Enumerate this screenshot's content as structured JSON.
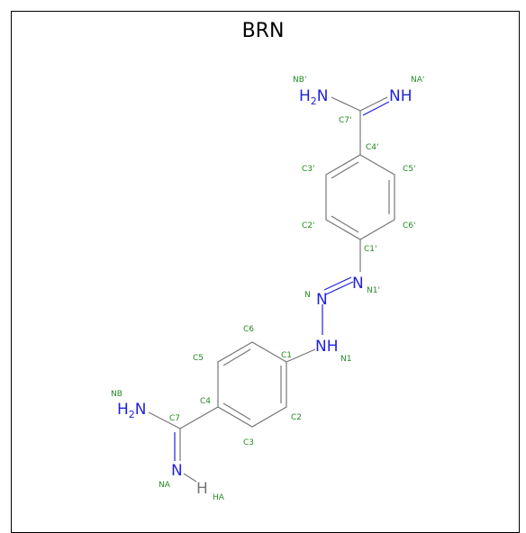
{
  "title": "BRN",
  "colors": {
    "carbon_bond": "#777777",
    "nitrogen": "#2222dd",
    "hydrogen": "#777777",
    "atom_name": "#228b22"
  },
  "atom_labels": {
    "h2n_top": {
      "main": "H",
      "sub": "2",
      "tail": "N"
    },
    "nh_top": "NH",
    "n_mid_upper": "N",
    "n_mid_right": "N",
    "nh_mid": "NH",
    "h2n_bottom": {
      "main": "H",
      "sub": "2",
      "tail": "N"
    },
    "n_bottom": "N",
    "h_bottom": "H"
  },
  "atom_names": {
    "NB_prime": "NB'",
    "NA_prime": "NA'",
    "C7_prime": "C7'",
    "C4_prime": "C4'",
    "C3_prime": "C3'",
    "C5_prime": "C5'",
    "C2_prime": "C2'",
    "C6_prime": "C6'",
    "C1_prime": "C1'",
    "N": "N",
    "N1_prime": "N1'",
    "C6": "C6",
    "C1": "C1",
    "N1": "N1",
    "C5": "C5",
    "NB": "NB",
    "C4": "C4",
    "C7": "C7",
    "C2": "C2",
    "C3": "C3",
    "NA": "NA",
    "HA": "HA"
  }
}
